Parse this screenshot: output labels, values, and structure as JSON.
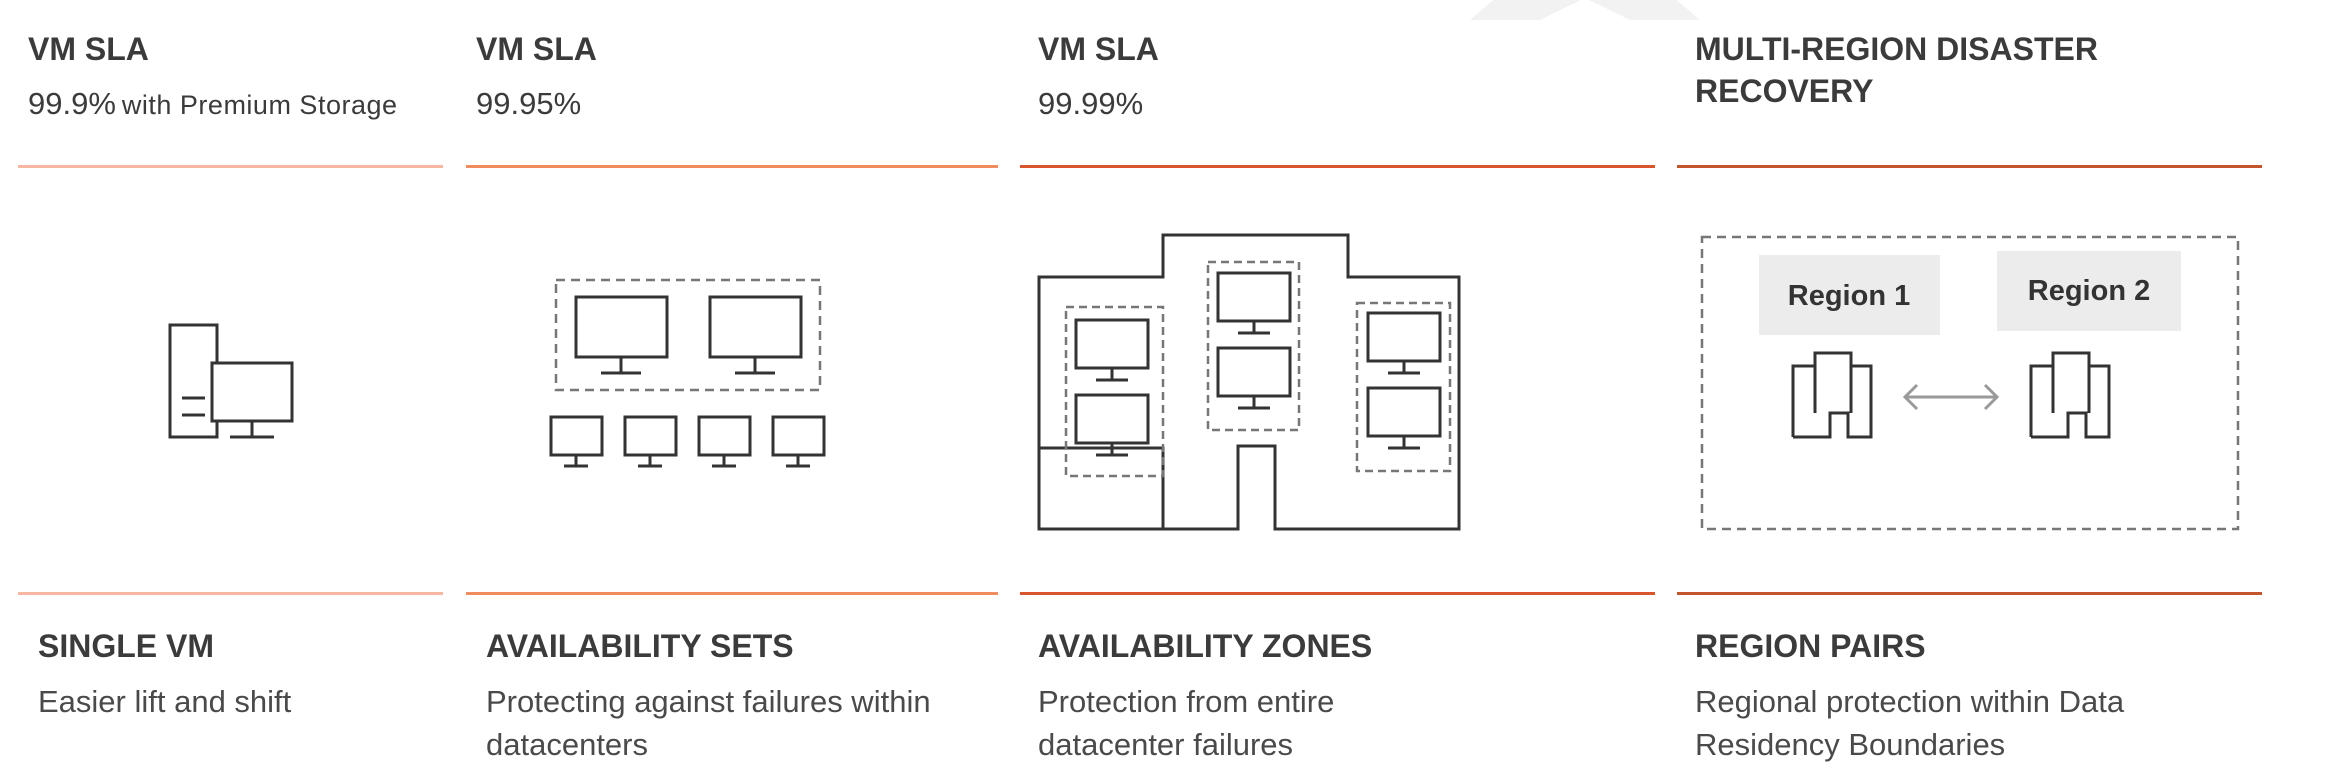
{
  "colors": {
    "rule_1": "#f7b7a0",
    "rule_2": "#f08d5c",
    "rule_3": "#d9552c",
    "rule_4": "#c4542a",
    "icon_stroke": "#333333",
    "region_fill": "#ececec"
  },
  "tiers": [
    {
      "sla_title": "VM SLA",
      "sla_value": "99.9%",
      "sla_suffix": "with Premium Storage",
      "name": "SINGLE VM",
      "description": "Easier lift and shift",
      "icon": "single-vm-icon"
    },
    {
      "sla_title": "VM SLA",
      "sla_value": "99.95%",
      "name": "AVAILABILITY SETS",
      "description": "Protecting against failures within datacenters",
      "icon": "availability-sets-icon"
    },
    {
      "sla_title": "VM SLA",
      "sla_value": "99.99%",
      "name": "AVAILABILITY ZONES",
      "description": "Protection from entire datacenter failures",
      "icon": "availability-zones-icon"
    },
    {
      "sla_title": "MULTI-REGION DISASTER RECOVERY",
      "name": "REGION PAIRS",
      "description": "Regional protection within Data Residency Boundaries",
      "icon": "region-pairs-icon",
      "region_labels": [
        "Region 1",
        "Region 2"
      ]
    }
  ]
}
